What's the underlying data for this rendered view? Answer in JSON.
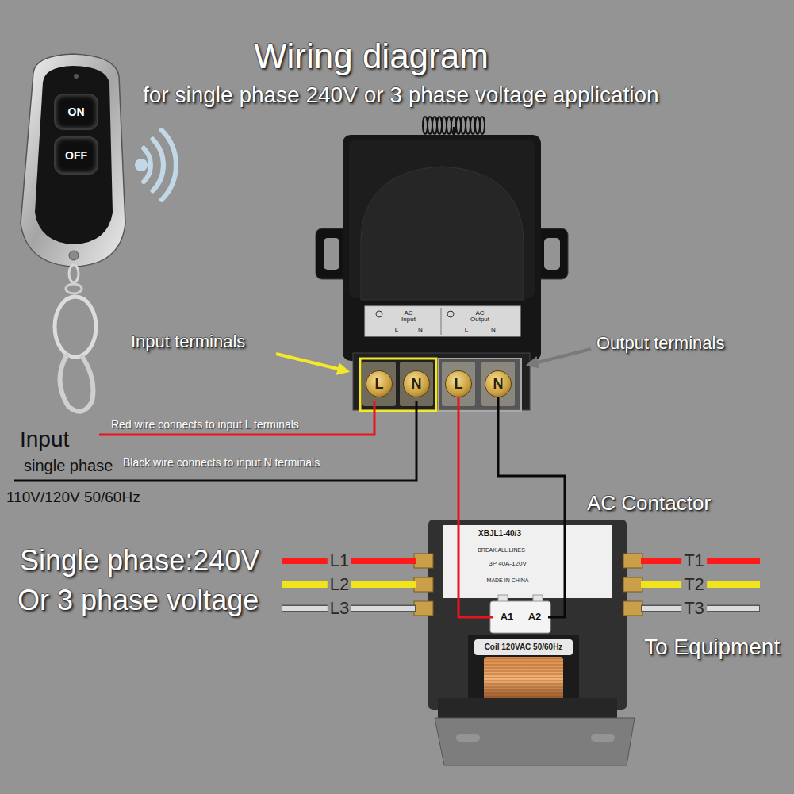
{
  "diagram": {
    "title": "Wiring diagram",
    "nodes": [
      {
        "text": [
          "ON"
        ]
      },
      {
        "text": [
          "OFF"
        ]
      },
      {
        "text": [
          "AC Input",
          "L",
          "N",
          "AC Output",
          "L",
          "N"
        ]
      },
      {
        "text": [
          "L"
        ],
        "in": 2
      },
      {
        "text": [
          "N"
        ],
        "in": 2
      },
      {
        "text": [
          "L"
        ],
        "in": 2
      },
      {
        "text": [
          "N"
        ],
        "in": 2
      },
      {
        "text": [
          "XBJL1-40/3",
          "BREAK ALL LINES",
          "3P 40A-120V",
          "MADE IN CHINA"
        ]
      },
      {
        "text": [
          "A1"
        ],
        "in": 7
      },
      {
        "text": [
          "A2"
        ],
        "in": 7
      },
      {
        "text": [
          "Coil 120VAC 50/60Hz"
        ],
        "in": 7
      }
    ],
    "edges": [
      {
        "from": 5,
        "to": 8,
        "arrow": "none"
      },
      {
        "from": 6,
        "to": 9,
        "arrow": "none"
      }
    ],
    "labels": [
      "for single phase 240V or 3 phase voltage application",
      "Input terminals",
      "Output terminals",
      "Red wire connects to input L terminals",
      "Black wire connects to input N terminals",
      "Input",
      "single phase",
      "110V/120V 50/60Hz",
      "AC Contactor",
      "Single phase:240V",
      "Or 3 phase voltage",
      "L1",
      "L2",
      "L3",
      "T1",
      "T2",
      "T3",
      "To Equipment"
    ]
  }
}
